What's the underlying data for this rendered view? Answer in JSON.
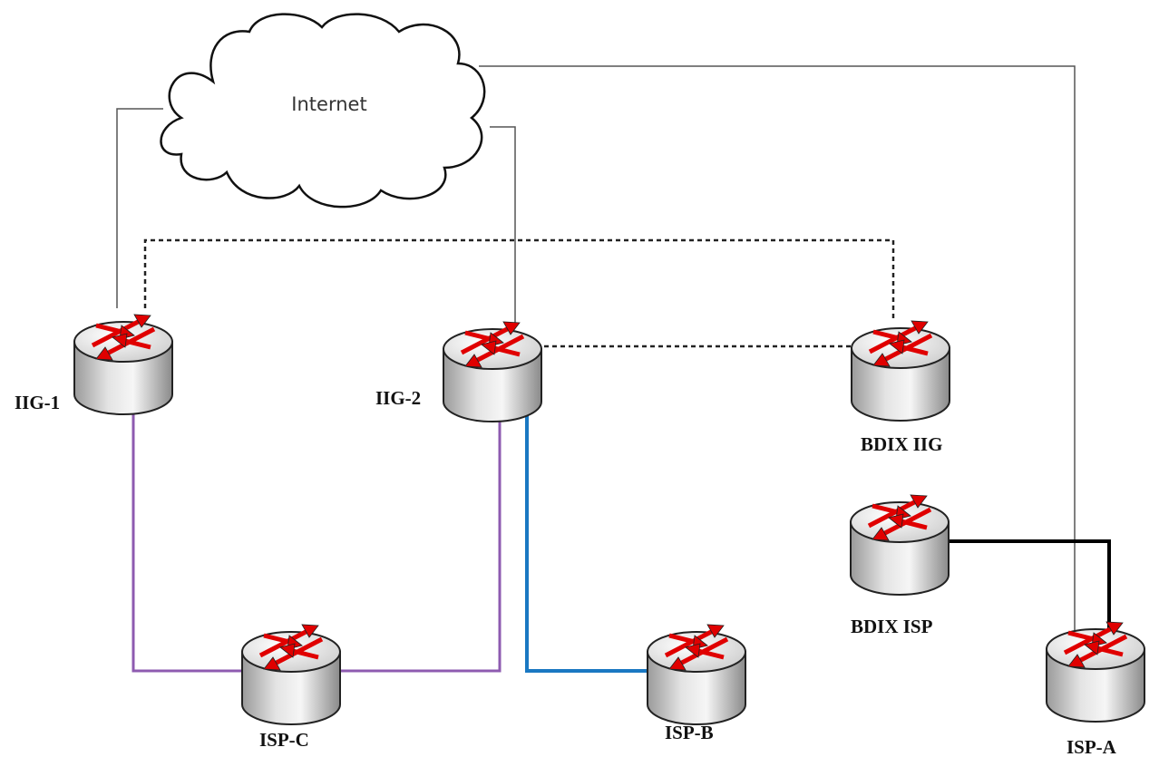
{
  "cloud": {
    "label": "Internet"
  },
  "routers": {
    "iig1": {
      "label": "IIG-1"
    },
    "iig2": {
      "label": "IIG-2"
    },
    "bdix_iig": {
      "label": "BDIX IIG"
    },
    "bdix_isp": {
      "label": "BDIX ISP"
    },
    "isp_c": {
      "label": "ISP-C"
    },
    "isp_b": {
      "label": "ISP-B"
    },
    "isp_a": {
      "label": "ISP-A"
    }
  },
  "colors": {
    "internet_link": "#555555",
    "bdix_dotted_link": "#222222",
    "isp_c_link": "#8e5bb0",
    "isp_b_link": "#1a78c2",
    "bdix_isp_link": "#000000",
    "router_arrow": "#e00000"
  },
  "links": [
    {
      "from": "Internet",
      "to": "IIG-1",
      "style": "solid-thin"
    },
    {
      "from": "Internet",
      "to": "IIG-2",
      "style": "solid-thin"
    },
    {
      "from": "Internet",
      "to": "ISP-A",
      "style": "solid-thin"
    },
    {
      "from": "IIG-1",
      "to": "BDIX IIG",
      "style": "dotted"
    },
    {
      "from": "IIG-2",
      "to": "BDIX IIG",
      "style": "dotted"
    },
    {
      "from": "IIG-1",
      "to": "ISP-C",
      "style": "purple"
    },
    {
      "from": "IIG-2",
      "to": "ISP-C",
      "style": "purple"
    },
    {
      "from": "IIG-2",
      "to": "ISP-B",
      "style": "blue"
    },
    {
      "from": "BDIX ISP",
      "to": "ISP-A",
      "style": "thick-black"
    }
  ]
}
